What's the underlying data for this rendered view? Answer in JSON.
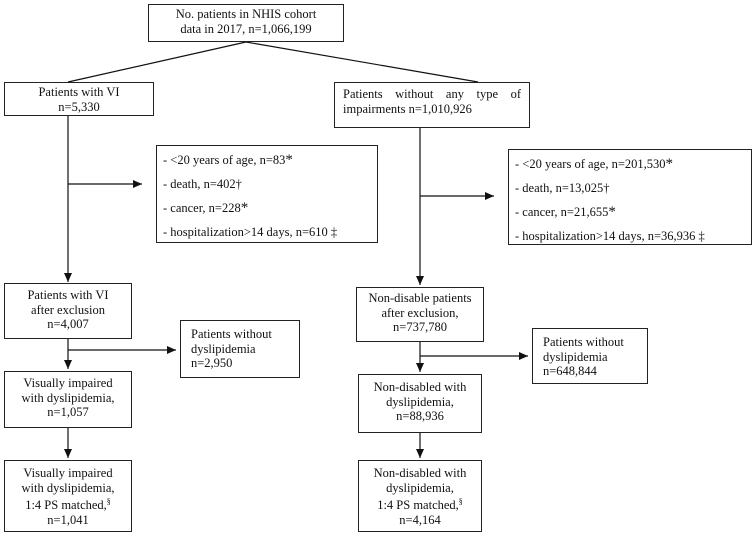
{
  "top": {
    "line1": "No. patients in NHIS cohort",
    "line2": "data in 2017, n=1,066,199"
  },
  "left": {
    "vi": {
      "line1": "Patients with VI",
      "line2": "n=5,330"
    },
    "exclusions": [
      {
        "text": "- <20 years of age, n=83",
        "mark": "*"
      },
      {
        "text": "- death, n=402",
        "mark": "†"
      },
      {
        "text": "- cancer, n=228",
        "mark": "*"
      },
      {
        "text": "- hospitalization>14 days, n=610",
        "mark": "‡"
      }
    ],
    "after": {
      "line1": "Patients with VI",
      "line2": "after exclusion",
      "line3": "n=4,007"
    },
    "without": {
      "line1": "Patients without",
      "line2": "dyslipidemia",
      "line3": "n=2,950"
    },
    "with": {
      "line1": "Visually impaired",
      "line2": "with dyslipidemia,",
      "line3": "n=1,057"
    },
    "matched": {
      "line1": "Visually impaired",
      "line2": "with dyslipidemia,",
      "line3": "1:4 PS matched,",
      "mark": "§",
      "line4": "n=1,041"
    }
  },
  "right": {
    "none": {
      "line1": "Patients without any type of",
      "line2": "impairments n=1,010,926"
    },
    "exclusions": [
      {
        "text": "- <20 years of age, n=201,530",
        "mark": "*"
      },
      {
        "text": "- death, n=13,025",
        "mark": "†"
      },
      {
        "text": "- cancer, n=21,655",
        "mark": "*"
      },
      {
        "text": "- hospitalization>14 days, n=36,936",
        "mark": "‡"
      }
    ],
    "after": {
      "line1": "Non-disable patients",
      "line2": "after exclusion,",
      "line3": "n=737,780"
    },
    "without": {
      "line1": "Patients without",
      "line2": "dyslipidemia",
      "line3": "n=648,844"
    },
    "with": {
      "line1": "Non-disabled with",
      "line2": "dyslipidemia,",
      "line3": "n=88,936"
    },
    "matched": {
      "line1": "Non-disabled with",
      "line2": "dyslipidemia,",
      "line3": "1:4 PS matched,",
      "mark": "§",
      "line4": "n=4,164"
    }
  }
}
